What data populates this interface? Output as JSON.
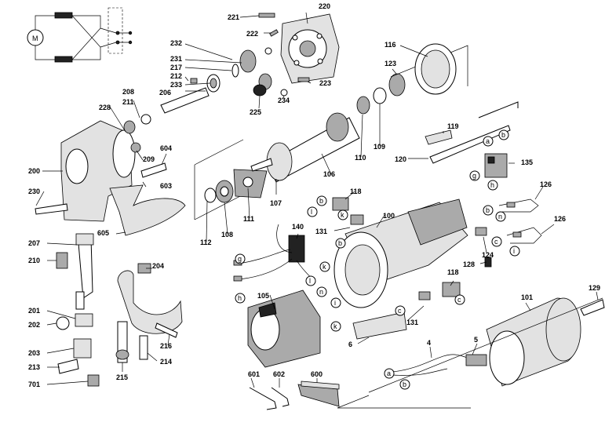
{
  "labels": {
    "p221": "221",
    "p220": "220",
    "p222": "222",
    "p232": "232",
    "p231": "231",
    "p217": "217",
    "p212": "212",
    "p233": "233",
    "p206": "206",
    "p223": "223",
    "p234": "234",
    "p225": "225",
    "p208": "208",
    "p211": "211",
    "p228": "228",
    "p209": "209",
    "p604": "604",
    "p200": "200",
    "p603": "603",
    "p230": "230",
    "p605": "605",
    "p116": "116",
    "p123": "123",
    "p119": "119",
    "p120": "120",
    "p135": "135",
    "p106": "106",
    "p107": "107",
    "p110": "110",
    "p109": "109",
    "p111": "111",
    "p108": "108",
    "p112": "112",
    "p118a": "118",
    "p100": "100",
    "p126a": "126",
    "p126b": "126",
    "p131a": "131",
    "p124": "124",
    "p128": "128",
    "p118b": "118",
    "p131b": "131",
    "p140": "140",
    "p105": "105",
    "p6": "6",
    "p207": "207",
    "p210": "210",
    "p204": "204",
    "p201": "201",
    "p202": "202",
    "p203": "203",
    "p213": "213",
    "p701": "701",
    "p215": "215",
    "p214": "214",
    "p216": "216",
    "p601": "601",
    "p602": "602",
    "p600": "600",
    "p101": "101",
    "p129": "129",
    "p4": "4",
    "p5": "5"
  },
  "wire_tags": {
    "a": "a",
    "b": "b",
    "c": "c",
    "g": "g",
    "h": "h",
    "i": "i",
    "k": "k",
    "l": "l",
    "n": "n"
  }
}
